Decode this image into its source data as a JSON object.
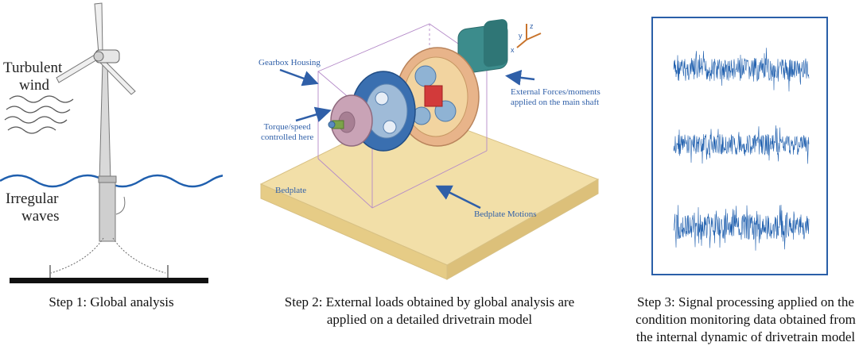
{
  "step1": {
    "label_wind_line1": "Turbulent",
    "label_wind_line2": "wind",
    "label_waves_line1": "Irregular",
    "label_waves_line2": "waves",
    "caption": "Step 1: Global analysis"
  },
  "step2": {
    "label_gearbox": "Gearbox Housing",
    "label_torque_line1": "Torque/speed",
    "label_torque_line2": "controlled here",
    "label_external_line1": "External Forces/moments",
    "label_external_line2": "applied on the main shaft",
    "label_bedplate": "Bedplate",
    "label_bedplate_motions": "Bedplate Motions",
    "axis_x": "x",
    "axis_y": "y",
    "axis_z": "z",
    "caption_line1": "Step 2: External loads obtained by global analysis are",
    "caption_line2": "applied on a detailed drivetrain model"
  },
  "step3": {
    "caption_line1": "Step 3: Signal processing applied on the",
    "caption_line2": "condition monitoring data obtained from",
    "caption_line3": "the internal dynamic of drivetrain model"
  },
  "colors": {
    "signal_blue": "#1f5fae",
    "annotation_blue": "#2f5fa8",
    "bedplate": "#f0dca4",
    "housing_outline": "#b48ac8",
    "gear_pink": "#c9a3b6",
    "gear_blue": "#3a6fb0",
    "ring_orange": "#e8b48a",
    "shaft_teal": "#3c8c8c"
  }
}
